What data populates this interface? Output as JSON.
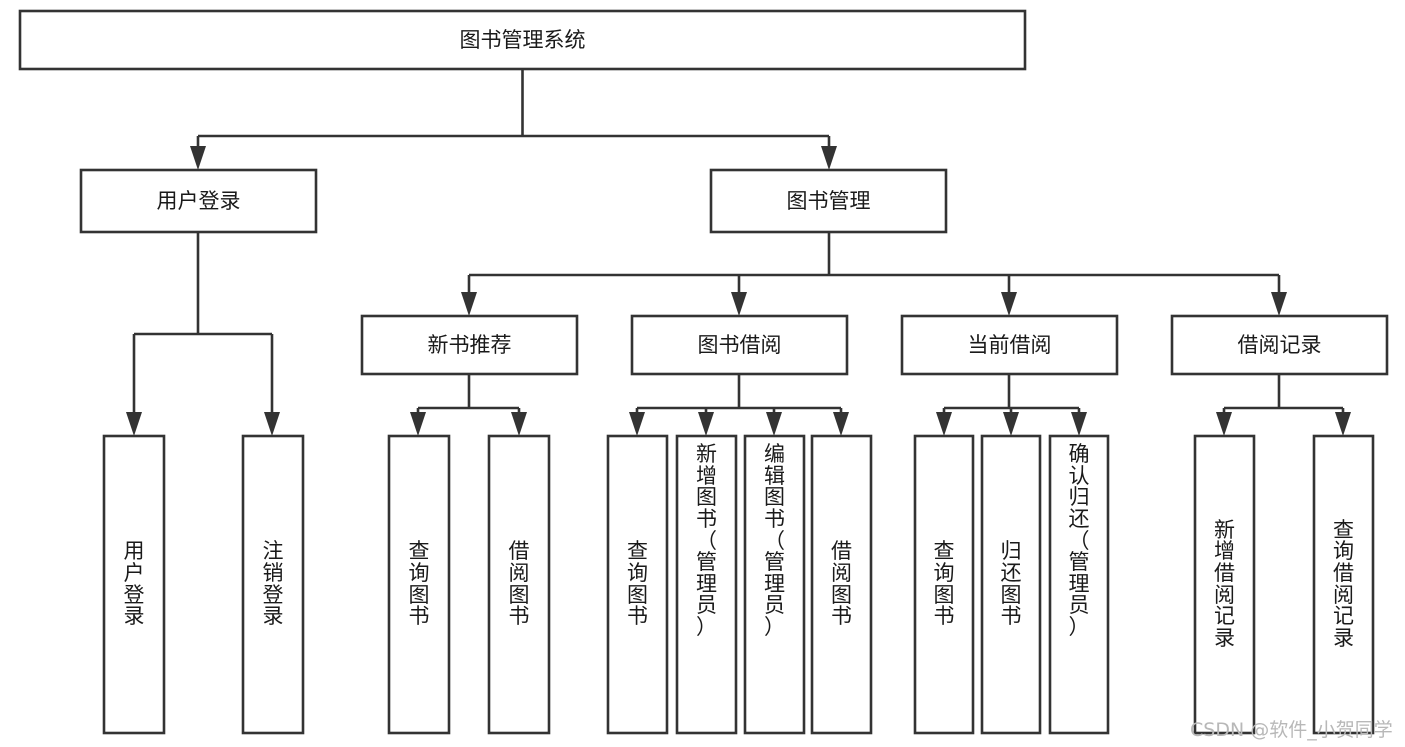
{
  "diagram": {
    "title": "图书管理系统",
    "type": "tree",
    "root": {
      "id": "root",
      "label": "图书管理系统",
      "orientation": "horizontal"
    },
    "level2": [
      {
        "id": "user-login",
        "label": "用户登录",
        "orientation": "horizontal"
      },
      {
        "id": "book-manage",
        "label": "图书管理",
        "orientation": "horizontal"
      }
    ],
    "level3": [
      {
        "id": "new-book-recommend",
        "label": "新书推荐",
        "orientation": "horizontal",
        "parent": "book-manage"
      },
      {
        "id": "book-borrow",
        "label": "图书借阅",
        "orientation": "horizontal",
        "parent": "book-manage"
      },
      {
        "id": "current-borrow",
        "label": "当前借阅",
        "orientation": "horizontal",
        "parent": "book-manage"
      },
      {
        "id": "borrow-record",
        "label": "借阅记录",
        "orientation": "horizontal",
        "parent": "book-manage"
      }
    ],
    "leaves": [
      {
        "id": "leaf-user-login",
        "parent": "user-login",
        "orientation": "vertical",
        "lines": [
          "用",
          "户",
          "登",
          "录"
        ]
      },
      {
        "id": "leaf-user-logout",
        "parent": "user-login",
        "orientation": "vertical",
        "lines": [
          "注",
          "销",
          "登",
          "录"
        ]
      },
      {
        "id": "leaf-query-book-1",
        "parent": "new-book-recommend",
        "orientation": "vertical",
        "lines": [
          "查",
          "询",
          "图",
          "书"
        ]
      },
      {
        "id": "leaf-borrow-book-1",
        "parent": "new-book-recommend",
        "orientation": "vertical",
        "lines": [
          "借",
          "阅",
          "图",
          "书"
        ]
      },
      {
        "id": "leaf-query-book-2",
        "parent": "book-borrow",
        "orientation": "vertical",
        "lines": [
          "查",
          "询",
          "图",
          "书"
        ]
      },
      {
        "id": "leaf-add-book",
        "parent": "book-borrow",
        "orientation": "vertical",
        "lines": [
          "新",
          "增",
          "图",
          "书",
          "（",
          "管",
          "理",
          "员",
          "）"
        ]
      },
      {
        "id": "leaf-edit-book",
        "parent": "book-borrow",
        "orientation": "vertical",
        "lines": [
          "编",
          "辑",
          "图",
          "书",
          "（",
          "管",
          "理",
          "员",
          "）"
        ]
      },
      {
        "id": "leaf-borrow-book-2",
        "parent": "book-borrow",
        "orientation": "vertical",
        "lines": [
          "借",
          "阅",
          "图",
          "书"
        ]
      },
      {
        "id": "leaf-query-book-3",
        "parent": "current-borrow",
        "orientation": "vertical",
        "lines": [
          "查",
          "询",
          "图",
          "书"
        ]
      },
      {
        "id": "leaf-return-book",
        "parent": "current-borrow",
        "orientation": "vertical",
        "lines": [
          "归",
          "还",
          "图",
          "书"
        ]
      },
      {
        "id": "leaf-confirm-return",
        "parent": "current-borrow",
        "orientation": "vertical",
        "lines": [
          "确",
          "认",
          "归",
          "还",
          "（",
          "管",
          "理",
          "员",
          "）"
        ]
      },
      {
        "id": "leaf-add-record",
        "parent": "borrow-record",
        "orientation": "vertical",
        "lines": [
          "新",
          "增",
          "借",
          "阅",
          "记",
          "录"
        ]
      },
      {
        "id": "leaf-query-record",
        "parent": "borrow-record",
        "orientation": "vertical",
        "lines": [
          "查",
          "询",
          "借",
          "阅",
          "记",
          "录"
        ]
      }
    ],
    "colors": {
      "box_stroke": "#333333",
      "box_fill": "#ffffff",
      "text": "#1a1a1a",
      "connector": "#333333",
      "watermark": "#b8b8b8",
      "background": "#ffffff"
    }
  },
  "watermark": {
    "text": "CSDN @软件_小贺同学"
  }
}
